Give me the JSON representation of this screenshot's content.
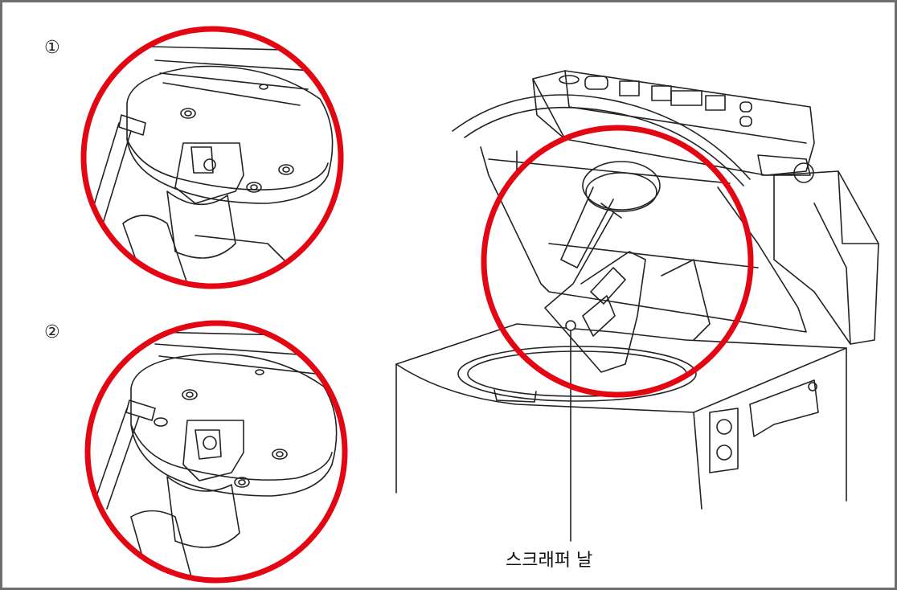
{
  "steps": [
    {
      "marker": "①"
    },
    {
      "marker": "②"
    }
  ],
  "callout": {
    "label": "스크래퍼 날"
  },
  "colors": {
    "highlight_circle": "#e30613",
    "line_art": "#222222",
    "frame": "#6e6e6e"
  }
}
